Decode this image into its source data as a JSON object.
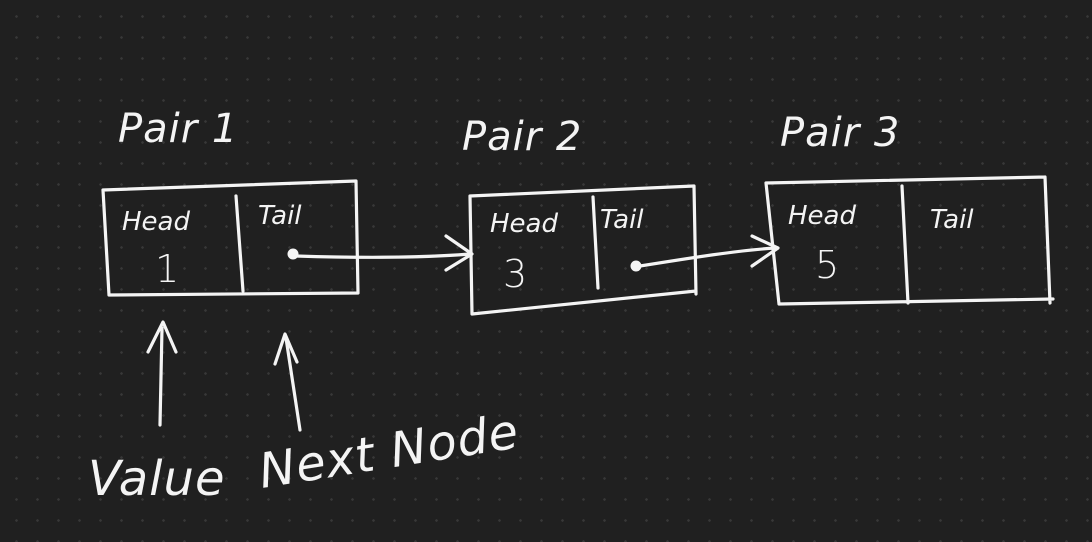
{
  "diagram": {
    "ink_color": "#f4f4f4",
    "background_color": "#202020",
    "pairs": [
      {
        "title": "Pair 1",
        "head_label": "Head",
        "value": "1",
        "tail_label": "Tail"
      },
      {
        "title": "Pair 2",
        "head_label": "Head",
        "value": "3",
        "tail_label": "Tail"
      },
      {
        "title": "Pair 3",
        "head_label": "Head",
        "value": "5",
        "tail_label": "Tail"
      }
    ],
    "annotations": {
      "value": "Value",
      "next_node": "Next Node"
    }
  }
}
